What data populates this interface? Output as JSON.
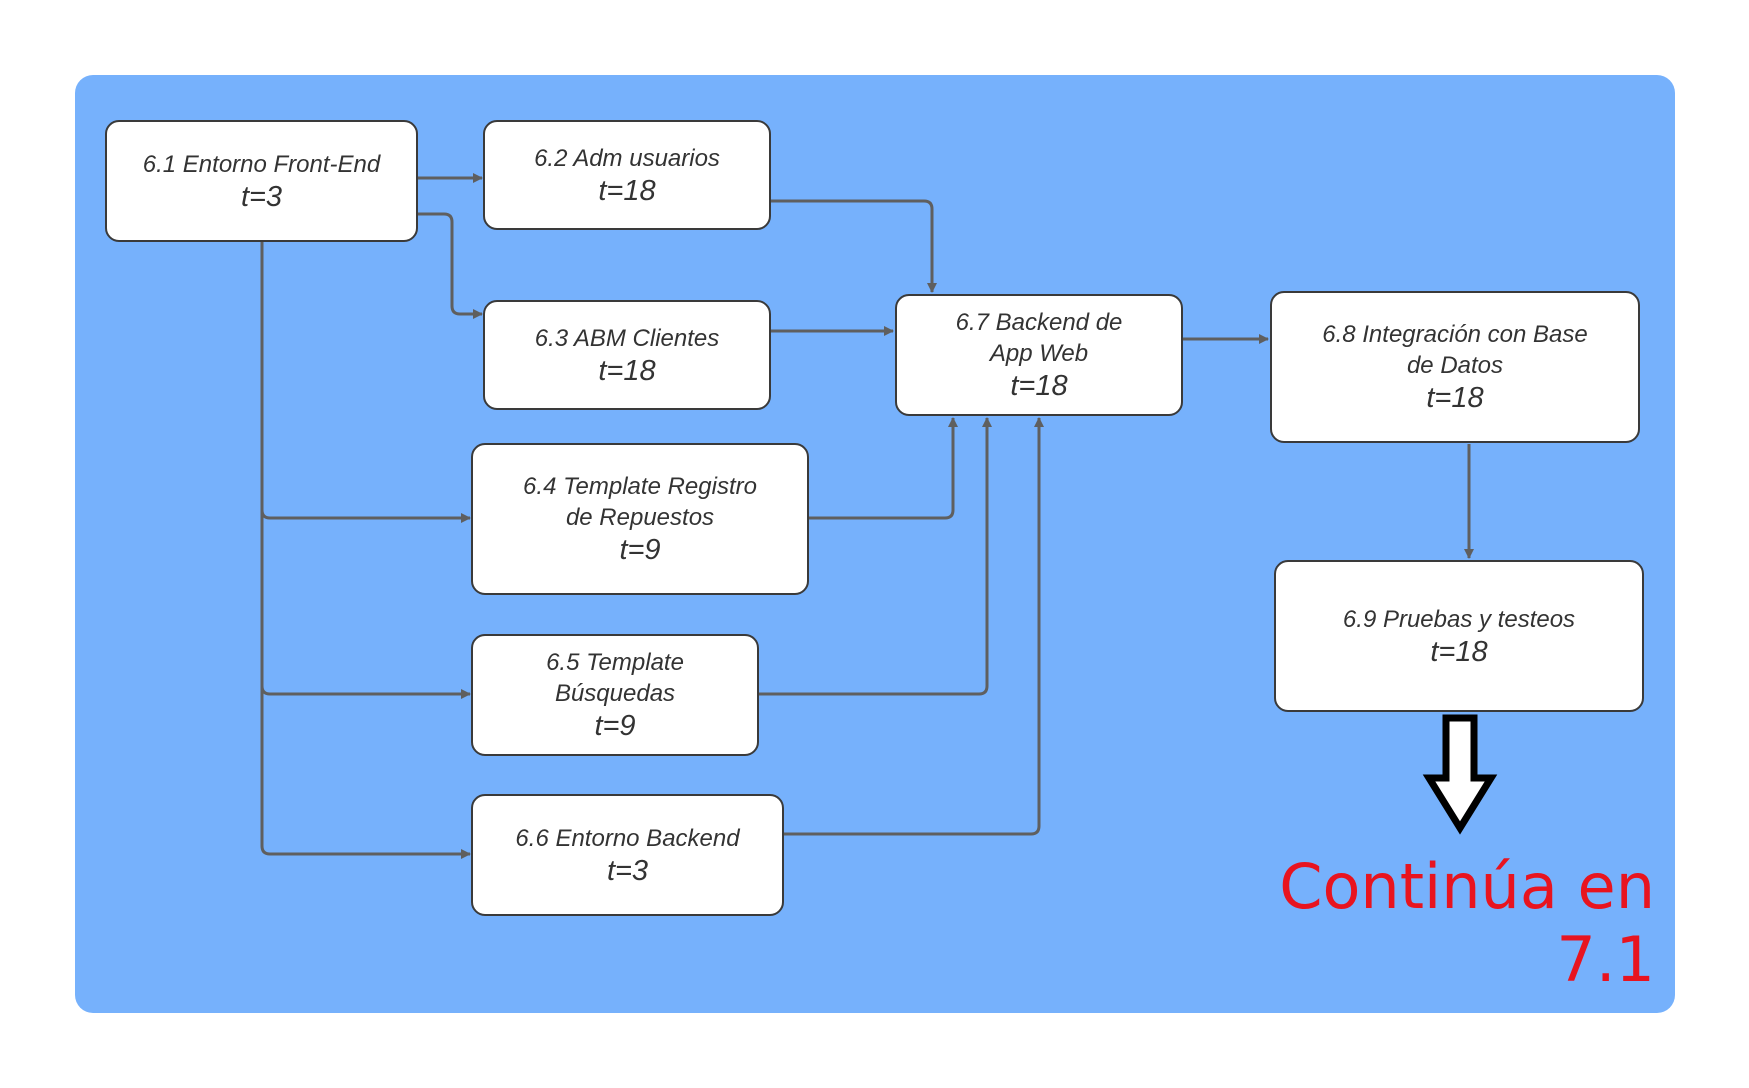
{
  "accent_colors": {
    "panel": "#76b1fc",
    "connector": "#5f5f5f",
    "continue_text": "#e8141f"
  },
  "nodes": [
    {
      "id": "6.1",
      "title": "6.1 Entorno Front-End",
      "duration": "t=3"
    },
    {
      "id": "6.2",
      "title": "6.2 Adm usuarios",
      "duration": "t=18"
    },
    {
      "id": "6.3",
      "title": "6.3 ABM Clientes",
      "duration": "t=18"
    },
    {
      "id": "6.4",
      "title": "6.4 Template Registro\nde Repuestos",
      "duration": "t=9"
    },
    {
      "id": "6.5",
      "title": "6.5 Template\nBúsquedas",
      "duration": "t=9"
    },
    {
      "id": "6.6",
      "title": "6.6 Entorno Backend",
      "duration": "t=3"
    },
    {
      "id": "6.7",
      "title": "6.7 Backend de\nApp Web",
      "duration": "t=18"
    },
    {
      "id": "6.8",
      "title": "6.8 Integración con Base\nde Datos",
      "duration": "t=18"
    },
    {
      "id": "6.9",
      "title": "6.9 Pruebas y testeos",
      "duration": "t=18"
    }
  ],
  "edges": [
    {
      "from": "6.1",
      "to": "6.2"
    },
    {
      "from": "6.1",
      "to": "6.3"
    },
    {
      "from": "6.1",
      "to": "6.4"
    },
    {
      "from": "6.1",
      "to": "6.5"
    },
    {
      "from": "6.1",
      "to": "6.6"
    },
    {
      "from": "6.2",
      "to": "6.7"
    },
    {
      "from": "6.3",
      "to": "6.7"
    },
    {
      "from": "6.4",
      "to": "6.7"
    },
    {
      "from": "6.5",
      "to": "6.7"
    },
    {
      "from": "6.6",
      "to": "6.7"
    },
    {
      "from": "6.7",
      "to": "6.8"
    },
    {
      "from": "6.8",
      "to": "6.9"
    }
  ],
  "continue_icon": "hollow-down-arrow-icon",
  "continue_text": "Continúa en 7.1"
}
